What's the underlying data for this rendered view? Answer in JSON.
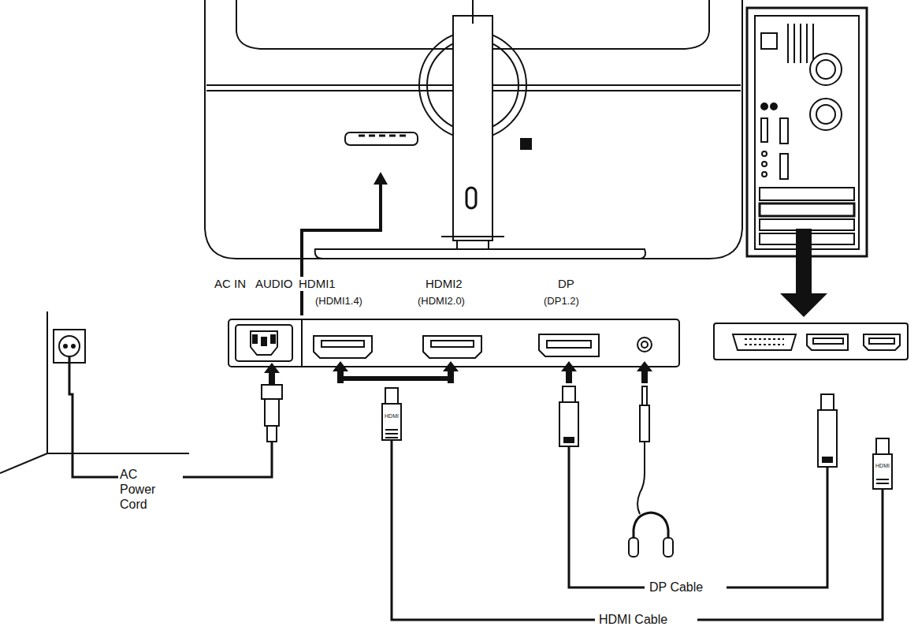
{
  "diagram": {
    "labels": [
      "AC IN",
      "AUDIO",
      "HDMI1",
      "HDMI2",
      "DP",
      "(HDMI1.4)",
      "(HDMI2.0)",
      "(DP1.2)",
      "HDMI",
      "HDMI",
      "AC Power Cord",
      "DP Cable",
      "HDMI Cable"
    ]
  }
}
